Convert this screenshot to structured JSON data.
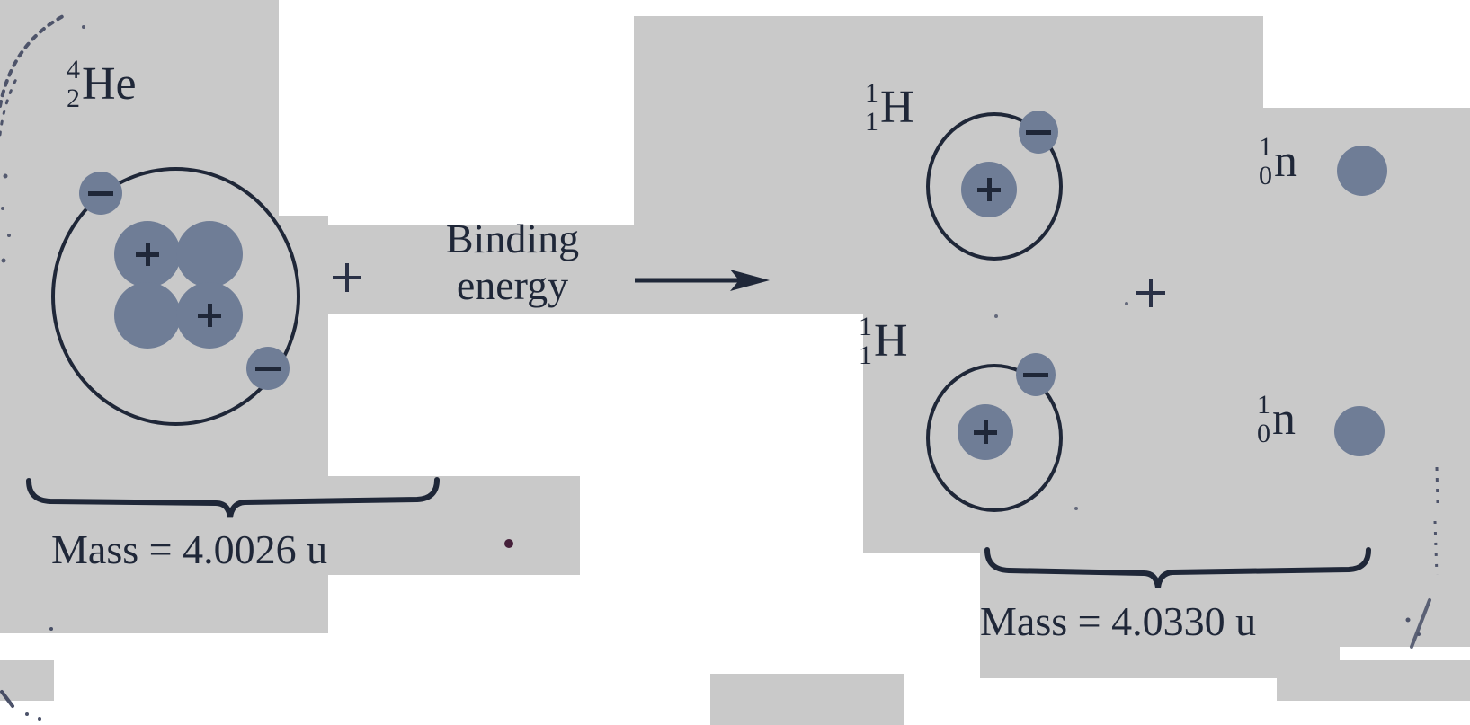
{
  "figure": {
    "title_text": "",
    "background_color": "#c9c9c9",
    "ink_color": "#1f2738",
    "particle_color": "#6f7d96"
  },
  "left_side": {
    "nuclide": {
      "mass_number": "4",
      "atomic_number": "2",
      "symbol": "He"
    },
    "nucleons": [
      {
        "type": "proton",
        "sign": "+"
      },
      {
        "type": "neutron",
        "sign": ""
      },
      {
        "type": "neutron",
        "sign": ""
      },
      {
        "type": "proton",
        "sign": "+"
      }
    ],
    "electrons": [
      {
        "sign": "−"
      },
      {
        "sign": "−"
      }
    ],
    "mass_label": "Mass = 4.0026 u"
  },
  "operator_left": {
    "symbol": "+"
  },
  "binding_energy": {
    "line1": "Binding",
    "line2": "energy"
  },
  "arrow": {
    "direction": "right"
  },
  "right_side": {
    "hydrogen_top": {
      "nuclide": {
        "mass_number": "1",
        "atomic_number": "1",
        "symbol": "H"
      },
      "proton_sign": "+",
      "electron_sign": "−"
    },
    "neutron_top": {
      "nuclide": {
        "mass_number": "1",
        "atomic_number": "0",
        "symbol": "n"
      }
    },
    "operator_middle": {
      "symbol": "+"
    },
    "hydrogen_bottom": {
      "nuclide": {
        "mass_number": "1",
        "atomic_number": "1",
        "symbol": "H"
      },
      "proton_sign": "+",
      "electron_sign": "−"
    },
    "neutron_bottom": {
      "nuclide": {
        "mass_number": "1",
        "atomic_number": "0",
        "symbol": "n"
      }
    },
    "mass_label": "Mass = 4.0330 u"
  }
}
